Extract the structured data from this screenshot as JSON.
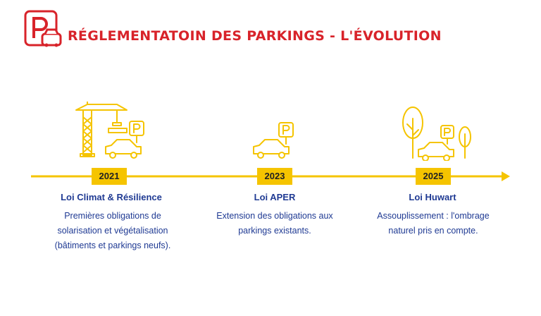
{
  "header": {
    "title": "RÉGLEMENTATOIN DES PARKINGS - L'ÉVOLUTION"
  },
  "colors": {
    "accent": "#f5c400",
    "brand": "#d8232a",
    "text": "#1f3a93"
  },
  "timeline": {
    "milestones": [
      {
        "year": "2021",
        "law": "Loi Climat & Résilience",
        "lines": [
          "Premières obligations de",
          "solarisation et végétalisation",
          "(bâtiments et parkings neufs)."
        ]
      },
      {
        "year": "2023",
        "law": "Loi APER",
        "lines": [
          "Extension des obligations aux",
          "parkings existants."
        ]
      },
      {
        "year": "2025",
        "law": "Loi Huwart",
        "lines": [
          "Assouplissement : l'ombrage",
          "naturel pris en compte."
        ]
      }
    ]
  },
  "icons": {
    "logo": "parking-car-icon",
    "parking_sign": "P"
  }
}
